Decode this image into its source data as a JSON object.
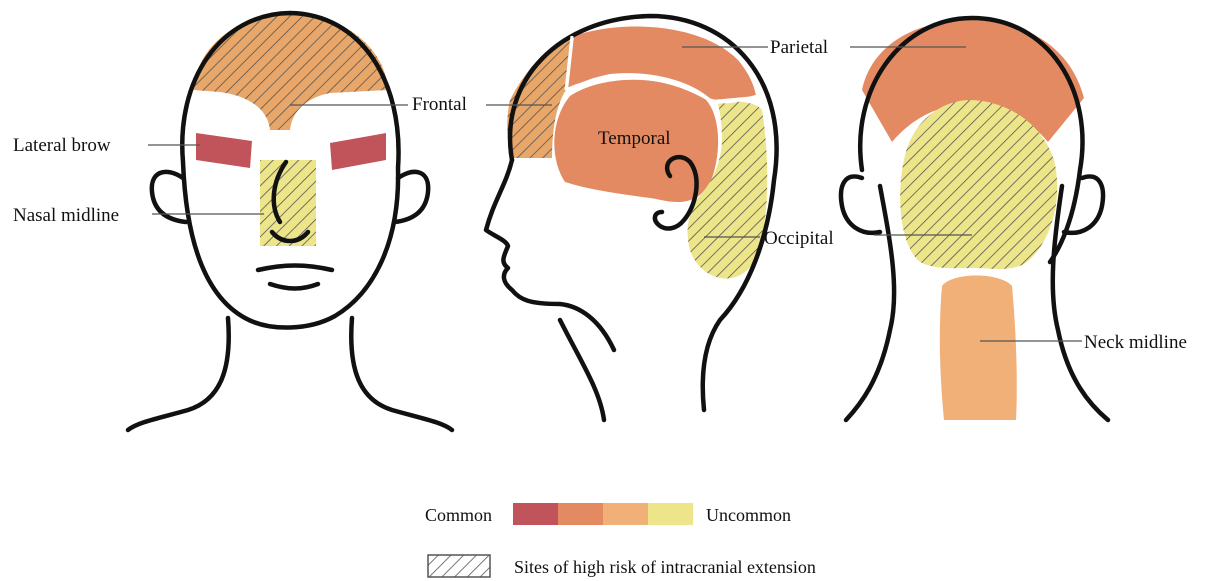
{
  "labels": {
    "lateral_brow": "Lateral brow",
    "nasal_midline": "Nasal midline",
    "frontal": "Frontal",
    "parietal": "Parietal",
    "temporal": "Temporal",
    "occipital": "Occipital",
    "neck_midline": "Neck midline"
  },
  "legend": {
    "common": "Common",
    "uncommon": "Uncommon",
    "scale_colors": [
      "#c0545a",
      "#e48a62",
      "#f0b078",
      "#ede58a"
    ],
    "hatch_text": "Sites of high risk of intracranial extension"
  },
  "colors": {
    "frontal": "#e8a668",
    "lateral_brow": "#c0545a",
    "nasal_midline": "#ede58a",
    "parietal": "#e48a62",
    "temporal": "#e48a62",
    "occipital": "#ede58a",
    "neck_midline": "#f0b078",
    "hatch": "#555555"
  }
}
